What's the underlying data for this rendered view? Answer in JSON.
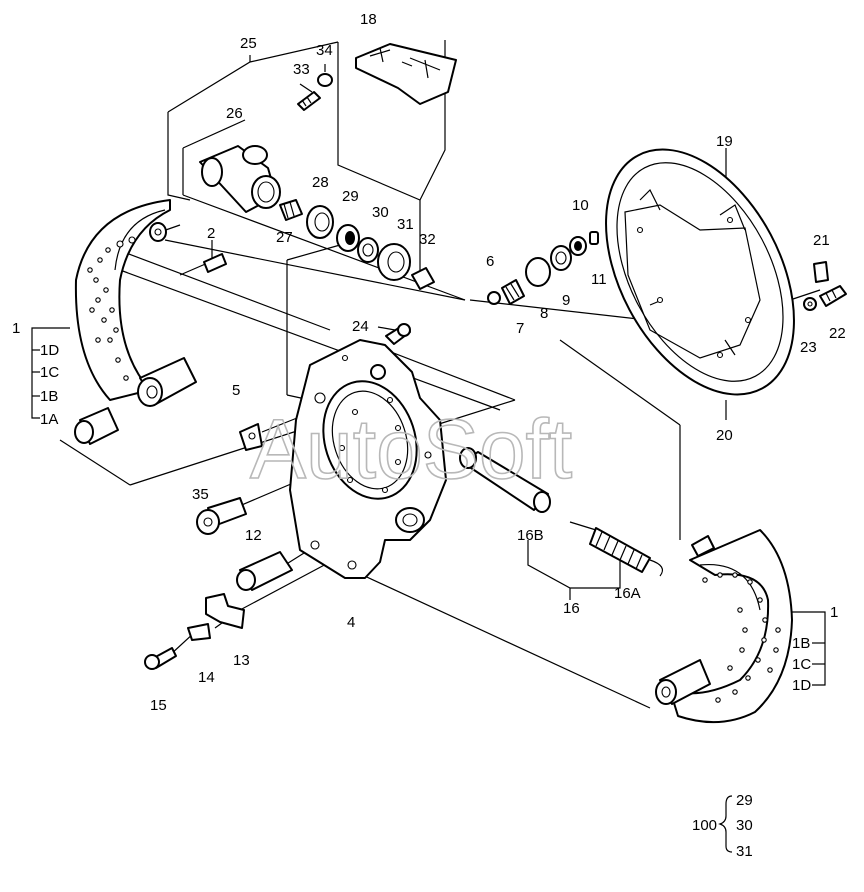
{
  "watermark": "AutoSoft",
  "labels": {
    "p1_left": "1",
    "p1d_left": "1D",
    "p1c_left": "1C",
    "p1b_left": "1B",
    "p1a_left": "1A",
    "p2": "2",
    "p4": "4",
    "p5": "5",
    "p6": "6",
    "p7": "7",
    "p8": "8",
    "p9": "9",
    "p10": "10",
    "p11": "11",
    "p12": "12",
    "p13": "13",
    "p14": "14",
    "p15": "15",
    "p16": "16",
    "p16a": "16A",
    "p16b": "16B",
    "p18": "18",
    "p19": "19",
    "p20": "20",
    "p21": "21",
    "p22": "22",
    "p23": "23",
    "p24": "24",
    "p25": "25",
    "p26": "26",
    "p27": "27",
    "p28": "28",
    "p29": "29",
    "p30": "30",
    "p31": "31",
    "p32": "32",
    "p33": "33",
    "p34": "34",
    "p35": "35",
    "p1_right": "1",
    "p1b_right": "1B",
    "p1c_right": "1C",
    "p1d_right": "1D"
  },
  "kit_legend": {
    "kit": "100",
    "items": [
      "29",
      "30",
      "31"
    ]
  }
}
